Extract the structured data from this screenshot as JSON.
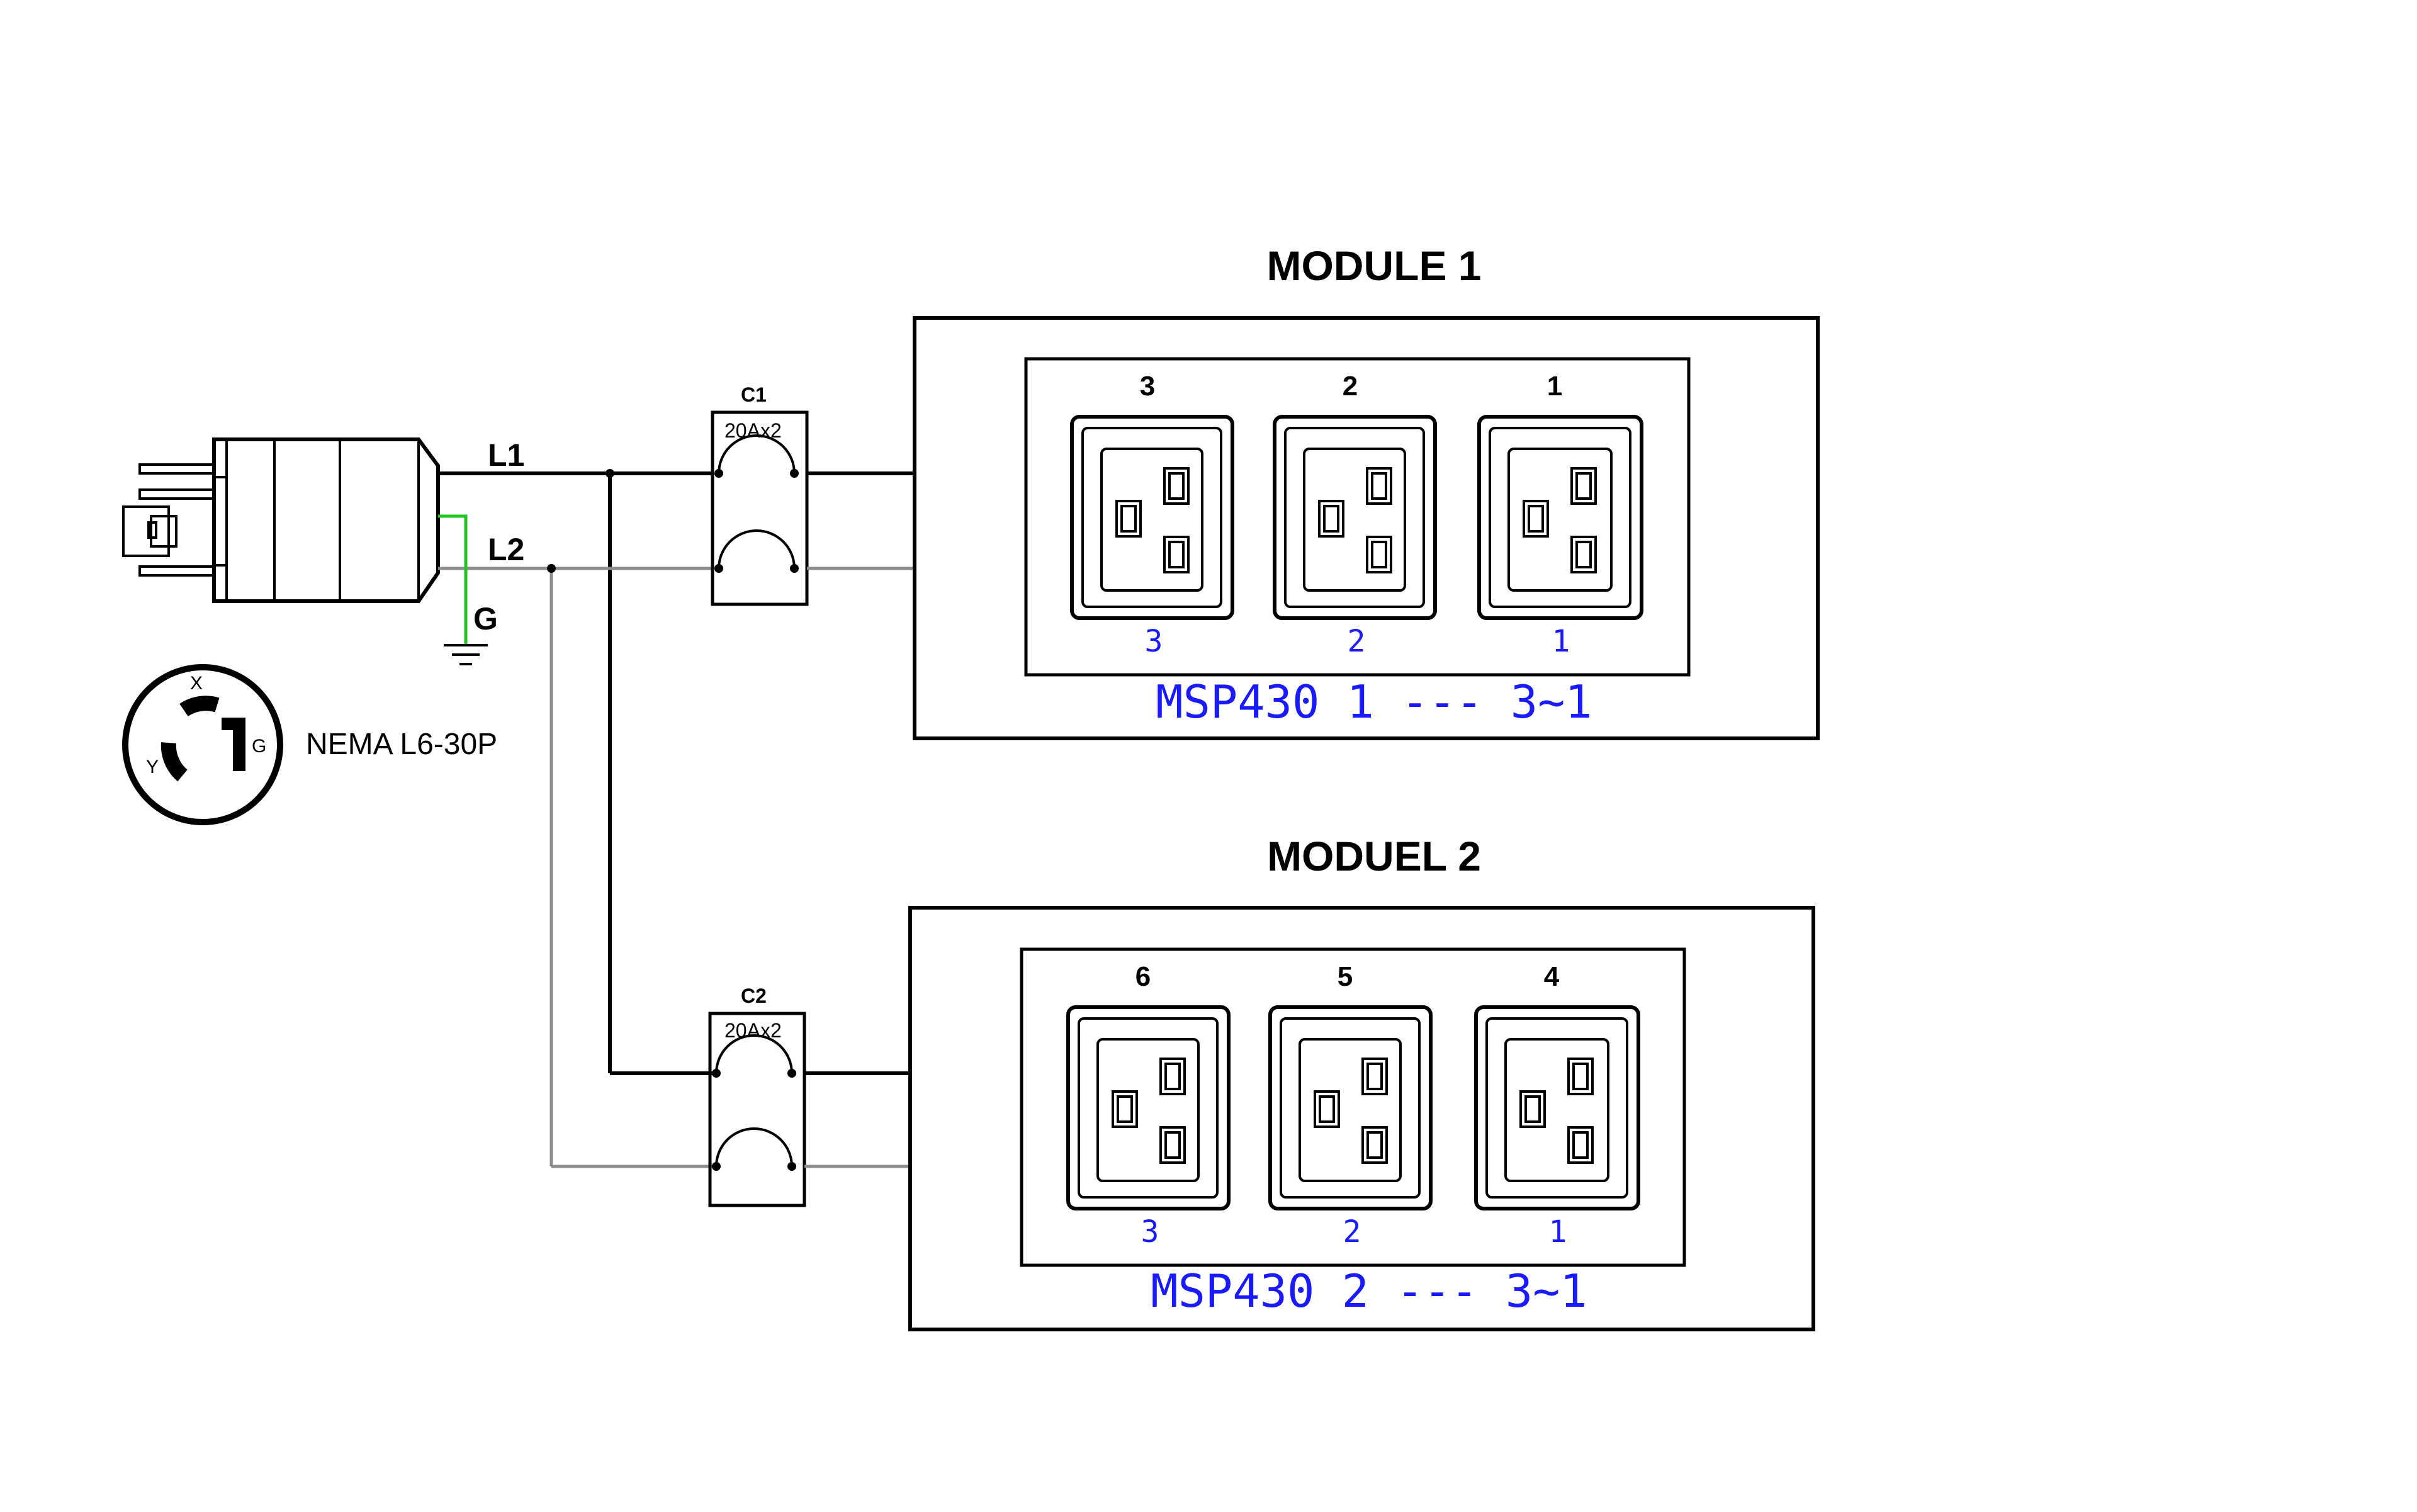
{
  "plug": {
    "wire_labels": {
      "l1": "L1",
      "l2": "L2",
      "g": "G"
    },
    "face_letters": {
      "x": "X",
      "y": "Y",
      "g": "G"
    },
    "type_label": "NEMA L6-30P"
  },
  "breakers": [
    {
      "id": "C1",
      "rating": "20Ax2"
    },
    {
      "id": "C2",
      "rating": "20Ax2"
    }
  ],
  "modules": [
    {
      "title": "MODULE 1",
      "outlet_numbers": [
        "3",
        "2",
        "1"
      ],
      "sub_numbers": [
        "3",
        "2",
        "1"
      ],
      "caption": "MSP430 1 --- 3~1"
    },
    {
      "title": "MODUEL 2",
      "outlet_numbers": [
        "6",
        "5",
        "4"
      ],
      "sub_numbers": [
        "3",
        "2",
        "1"
      ],
      "caption": "MSP430 2 --- 3~1"
    }
  ],
  "colors": {
    "line_l1": "#000000",
    "line_l2": "#8c8c8c",
    "ground": "#22c422",
    "caption_blue": "#1a1aff"
  }
}
